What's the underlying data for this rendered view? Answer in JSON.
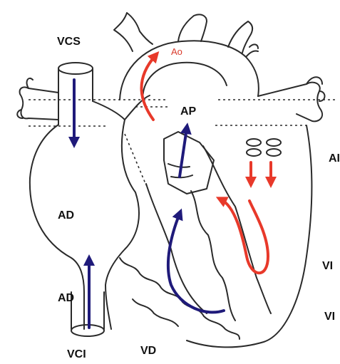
{
  "labels": {
    "vcs": "VCS",
    "ao": "Ao",
    "ap": "AP",
    "ai": "AI",
    "ad_upper": "AD",
    "ad_lower": "AD",
    "vi_upper": "VI",
    "vi_lower": "VI",
    "vci": "VCI",
    "vd": "VD"
  },
  "colors": {
    "oxygenated_flow": "#e8392a",
    "deoxygenated_flow": "#1f1a7a",
    "outline": "#2a2a2a",
    "background": "#ffffff"
  }
}
